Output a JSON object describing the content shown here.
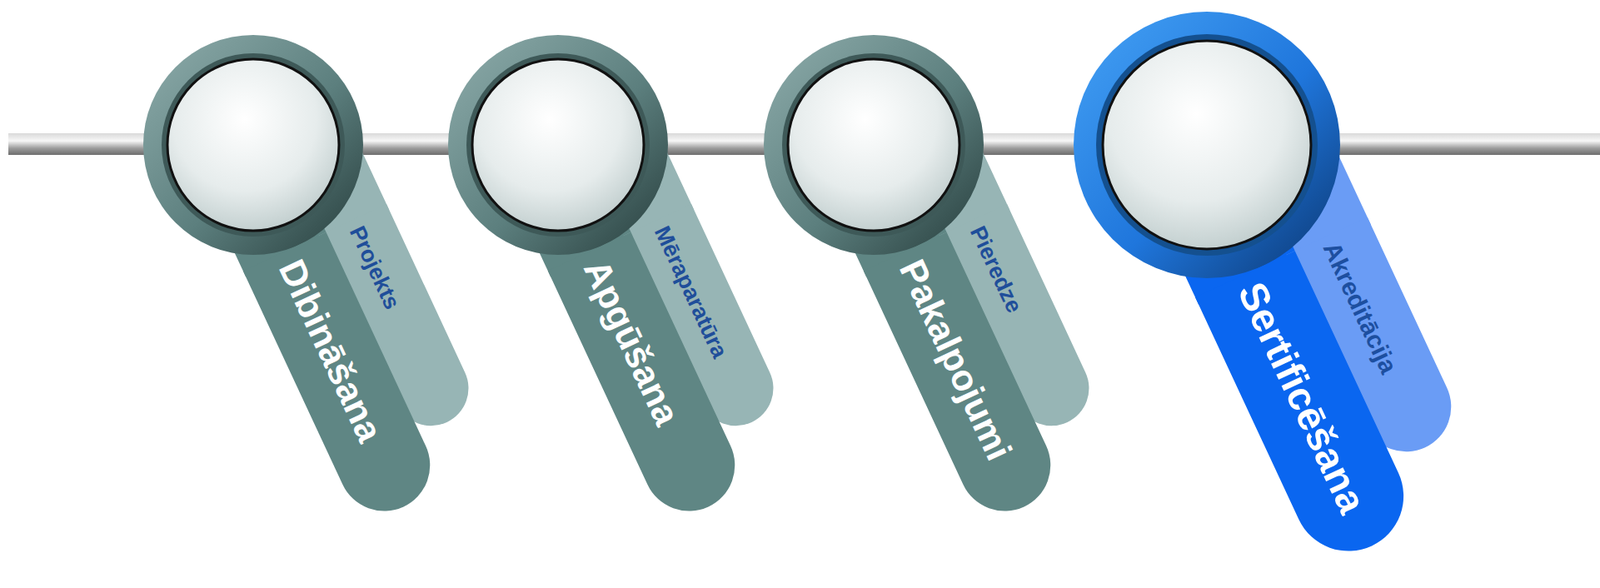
{
  "diagram": {
    "nodes": [
      {
        "text": [
          "Dibināšana"
        ]
      },
      {
        "text": [
          "Projekts"
        ]
      },
      {
        "text": [
          "Apgūšana"
        ]
      },
      {
        "text": [
          "Mēraparatūra"
        ]
      },
      {
        "text": [
          "Pakalpojumi"
        ]
      },
      {
        "text": [
          "Pieredze"
        ]
      },
      {
        "text": [
          "Sertificēšana"
        ]
      },
      {
        "text": [
          "Akreditācija"
        ]
      }
    ]
  }
}
